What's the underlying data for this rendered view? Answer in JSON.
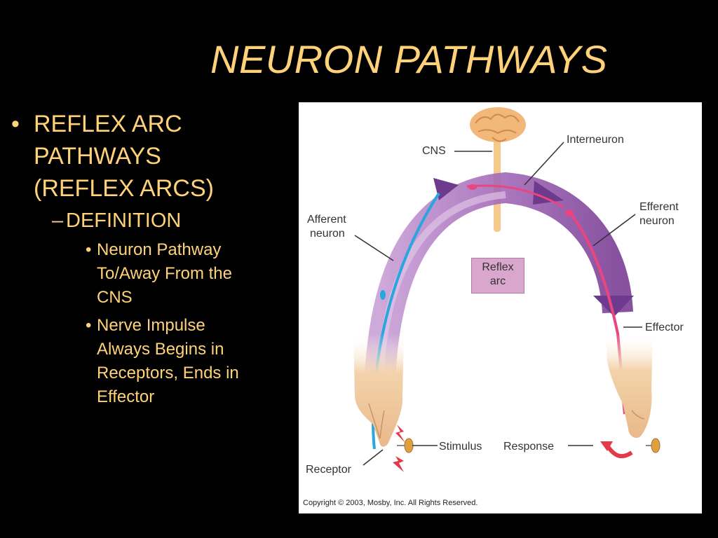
{
  "slide": {
    "title": "NEURON PATHWAYS",
    "bullets": {
      "level1": {
        "marker": "•",
        "text_lines": [
          "REFLEX ARC",
          "PATHWAYS",
          "(REFLEX ARCS)"
        ]
      },
      "level2": {
        "marker": "–",
        "text": "DEFINITION"
      },
      "level3": [
        {
          "marker": "•",
          "text_lines": [
            "Neuron Pathway",
            "To/Away From the",
            "CNS"
          ]
        },
        {
          "marker": "•",
          "text_lines": [
            "Nerve Impulse",
            "Always Begins in",
            "Receptors, Ends in",
            "Effector"
          ]
        }
      ]
    }
  },
  "figure": {
    "labels": {
      "cns": "CNS",
      "interneuron": "Interneuron",
      "afferent": [
        "Afferent",
        "neuron"
      ],
      "efferent": [
        "Efferent",
        "neuron"
      ],
      "reflex_arc": [
        "Reflex",
        "arc"
      ],
      "effector": "Effector",
      "stimulus": "Stimulus",
      "response": "Response",
      "receptor": "Receptor"
    },
    "copyright": "Copyright © 2003, Mosby, Inc. All Rights Reserved.",
    "colors": {
      "arc": "#9a5fb0",
      "afferent_neuron": "#2aa6de",
      "efferent_neuron": "#e8467f",
      "brain": "#f2b879",
      "skin": "#f3d3ab",
      "reflex_box": "#d9a6cd"
    }
  }
}
